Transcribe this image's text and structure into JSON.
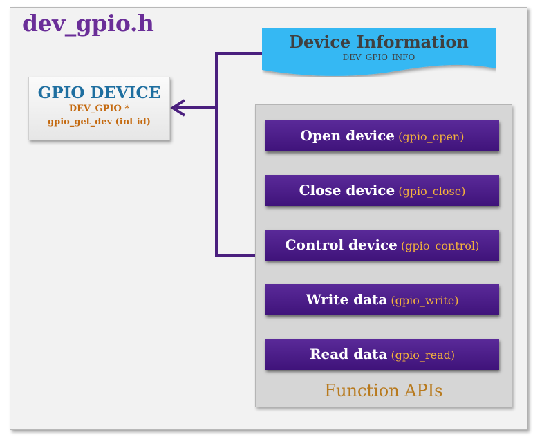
{
  "header": {
    "title": "dev_gpio.h"
  },
  "gpio_device": {
    "title": "GPIO DEVICE",
    "type_line": "DEV_GPIO *",
    "function_line": "gpio_get_dev (int id)"
  },
  "device_info": {
    "title": "Device Information",
    "subtitle": "DEV_GPIO_INFO"
  },
  "function_apis": {
    "caption": "Function APIs",
    "items": [
      {
        "label": "Open device",
        "fn": "(gpio_open)"
      },
      {
        "label": "Close device",
        "fn": "(gpio_close)"
      },
      {
        "label": "Control device",
        "fn": "(gpio_control)"
      },
      {
        "label": "Write data",
        "fn": "(gpio_write)"
      },
      {
        "label": "Read data",
        "fn": "(gpio_read)"
      }
    ]
  },
  "colors": {
    "header_title": "#6a2e98",
    "connector": "#4a1f7e",
    "device_info_fill": "#36b8f3",
    "button_fill": "#4a1d88",
    "fn_text": "#f4b23c",
    "gpio_title": "#1f6fa0",
    "gpio_sub": "#c46a10",
    "caption": "#b87a1e"
  }
}
